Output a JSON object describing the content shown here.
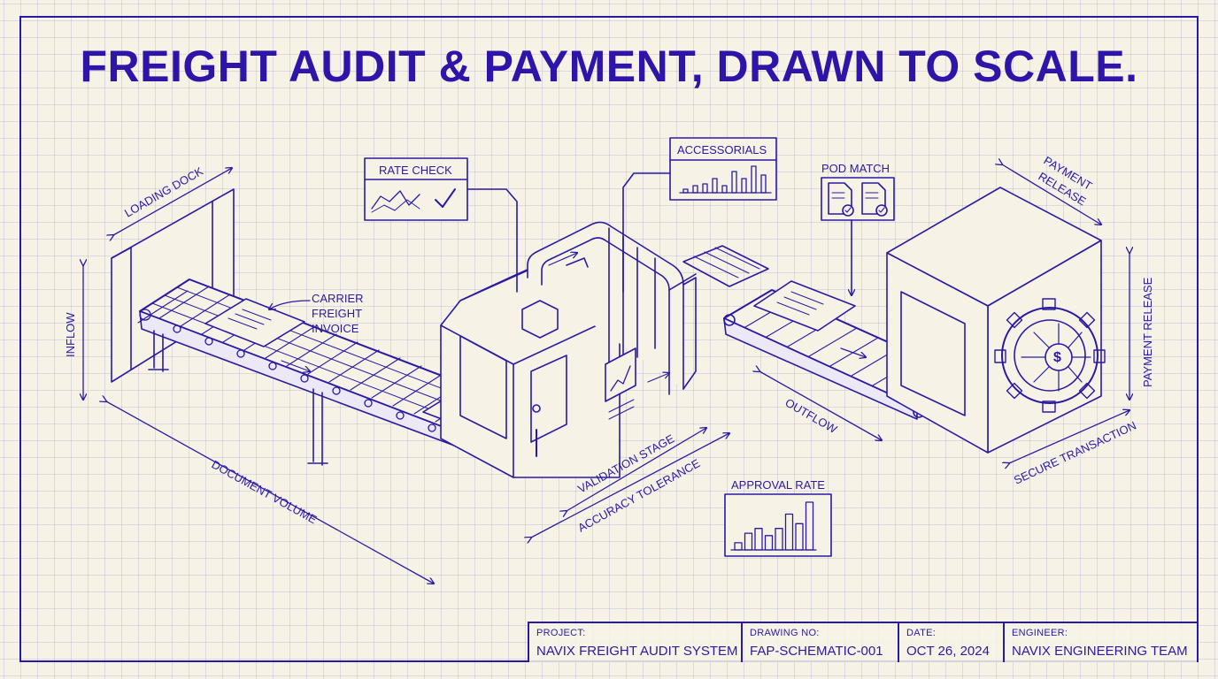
{
  "title": "FREIGHT AUDIT & PAYMENT, DRAWN TO SCALE.",
  "colors": {
    "ink": "#2a1aa3",
    "paper": "#f6f3e6"
  },
  "labels": {
    "loading_dock": "LOADING DOCK",
    "inflow": "INFLOW",
    "carrier_invoice": [
      "CARRIER",
      "FREIGHT",
      "INVOICE"
    ],
    "document_volume": "DOCUMENT VOLUME",
    "rate_check": "RATE CHECK",
    "accessorials": "ACCESSORIALS",
    "pod_match": "POD MATCH",
    "payment_release_top": [
      "PAYMENT",
      "RELEASE"
    ],
    "payment_release_side": "PAYMENT RELEASE",
    "validation_stage": "VALIDATION STAGE",
    "accuracy_tolerance": "ACCURACY TOLERANCE",
    "outflow": "OUTFLOW",
    "approval_rate": "APPROVAL RATE",
    "secure_transaction": "SECURE TRANSACTION",
    "currency_symbol": "$"
  },
  "mini_charts": {
    "accessorials_bars": [
      2,
      4,
      5,
      8,
      4,
      12,
      8,
      15,
      10
    ],
    "approval_rate_bars": [
      3,
      7,
      9,
      6,
      9,
      15,
      11,
      20
    ]
  },
  "title_block": {
    "project_label": "PROJECT:",
    "project": "NAVIX FREIGHT AUDIT SYSTEM",
    "drawing_label": "DRAWING NO:",
    "drawing": "FAP-SCHEMATIC-001",
    "date_label": "DATE:",
    "date": "OCT 26, 2024",
    "engineer_label": "ENGINEER:",
    "engineer": "NAVIX ENGINEERING TEAM"
  }
}
